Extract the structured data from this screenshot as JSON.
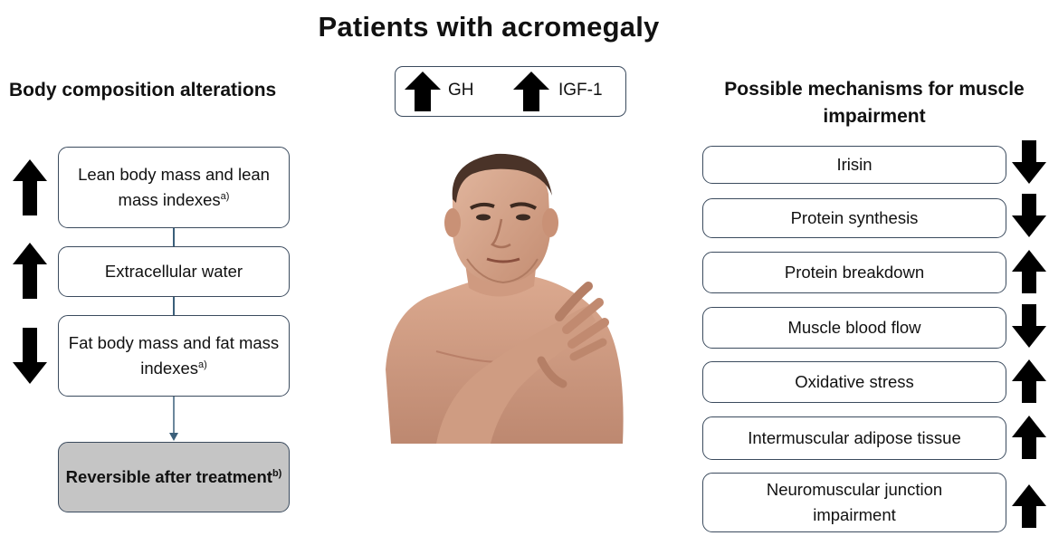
{
  "title": "Patients with acromegaly",
  "left": {
    "heading": "Body composition alterations",
    "items": [
      {
        "text": "Lean body mass and lean mass indexes",
        "note": "a)",
        "direction": "up"
      },
      {
        "text": "Extracellular water",
        "note": "",
        "direction": "up"
      },
      {
        "text": "Fat body mass and fat mass indexes",
        "note": "a)",
        "direction": "down"
      }
    ],
    "outcome": {
      "text": "Reversible after treatment",
      "note": "b)"
    }
  },
  "hormones": [
    {
      "label": "GH",
      "direction": "up"
    },
    {
      "label": "IGF-1",
      "direction": "up"
    }
  ],
  "right": {
    "heading": "Possible mechanisms for muscle impairment",
    "items": [
      {
        "label": "Irisin",
        "direction": "down"
      },
      {
        "label": "Protein synthesis",
        "direction": "down"
      },
      {
        "label": "Protein breakdown",
        "direction": "up"
      },
      {
        "label": "Muscle blood flow",
        "direction": "down"
      },
      {
        "label": "Oxidative stress",
        "direction": "up"
      },
      {
        "label": "Intermuscular adipose tissue",
        "direction": "up"
      },
      {
        "label": "Neuromuscular junction impairment",
        "direction": "up"
      }
    ]
  },
  "colors": {
    "arrow": "#000000",
    "box_border": "#3b4b5e",
    "outcome_fill": "#c5c5c5",
    "connector": "#3b5f7a"
  },
  "icons": {
    "arrow_up": "arrow-up-icon",
    "arrow_down": "arrow-down-icon",
    "figure": "acromegaly-patient-illustration"
  }
}
